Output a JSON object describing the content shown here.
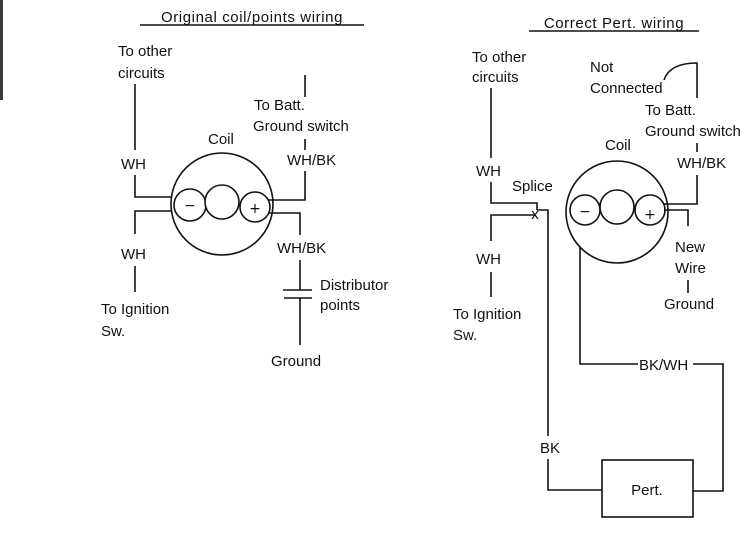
{
  "diagram_left": {
    "title": "Original coil/points wiring",
    "coil_label": "Coil",
    "negative_terminal": "−",
    "positive_terminal": "+",
    "top_left_label_1": "To other",
    "top_left_label_2": "circuits",
    "wire_top_left": "WH",
    "wire_bottom_left": "WH",
    "bottom_left_label_1": "To Ignition",
    "bottom_left_label_2": "Sw.",
    "top_right_label_1": "To Batt.",
    "top_right_label_2": "Ground switch",
    "wire_top_right": "WH/BK",
    "wire_bottom_right": "WH/BK",
    "points_label_1": "Distributor",
    "points_label_2": "points",
    "ground_label": "Ground"
  },
  "diagram_right": {
    "title": "Correct Pert. wiring",
    "coil_label": "Coil",
    "negative_terminal": "−",
    "positive_terminal": "+",
    "top_left_label_1": "To other",
    "top_left_label_2": "circuits",
    "wire_top_left": "WH",
    "splice_label": "Splice",
    "splice_mark": "x",
    "wire_bottom_left": "WH",
    "bottom_left_label_1": "To Ignition",
    "bottom_left_label_2": "Sw.",
    "not_connected_1": "Not",
    "not_connected_2": "Connected",
    "top_right_label_1": "To Batt.",
    "top_right_label_2": "Ground switch",
    "wire_top_right": "WH/BK",
    "new_wire_1": "New",
    "new_wire_2": "Wire",
    "ground_label": "Ground",
    "wire_bk_wh": "BK/WH",
    "wire_bk": "BK",
    "module_label": "Pert."
  }
}
